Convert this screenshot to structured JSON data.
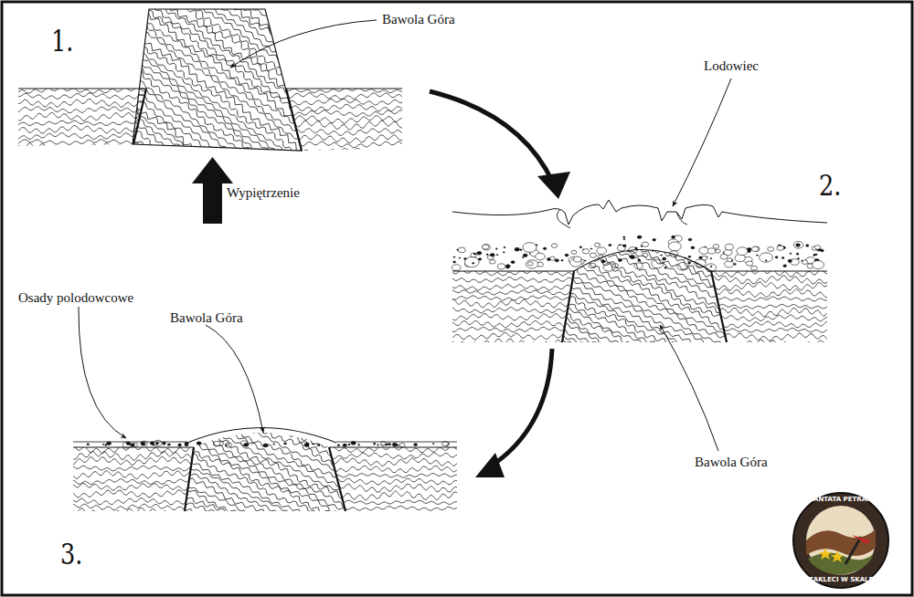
{
  "diagram": {
    "labels": [
      "1.",
      "Bawola Góra",
      "Wypiętrzenie",
      "Lodowiec",
      "2.",
      "Bawola Góra",
      "Osady polodowcowe",
      "Bawola Góra",
      "3.",
      "CANTATA PETRAM",
      "ZAKLECI W SKALE"
    ]
  }
}
